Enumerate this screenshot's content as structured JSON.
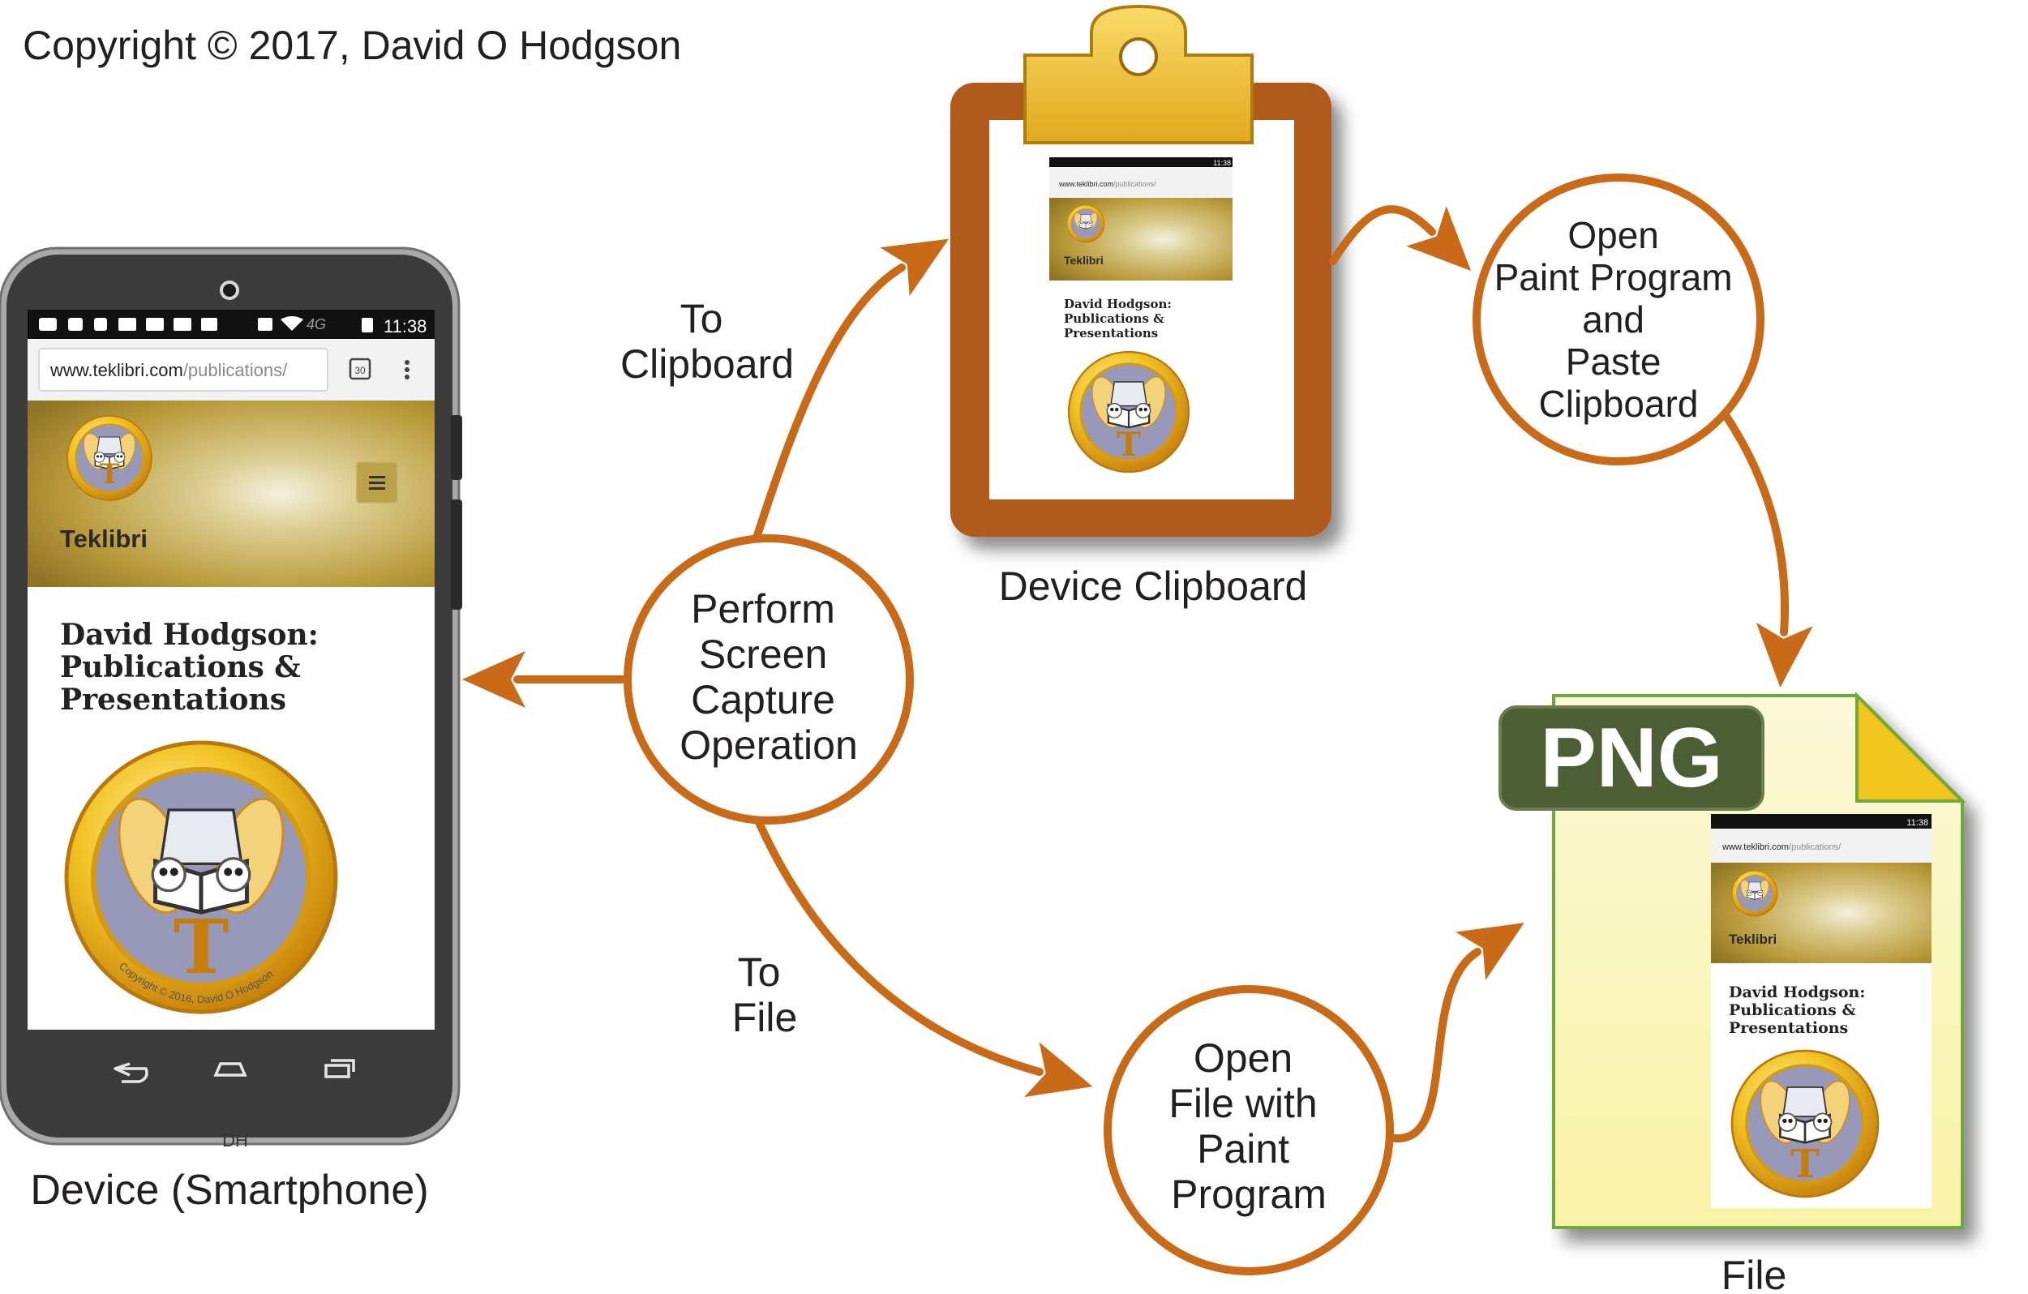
{
  "copyright": "Copyright © 2017, David O Hodgson",
  "phone": {
    "label": "Device (Smartphone)",
    "status_time": "11:38",
    "status_network": "4G",
    "url_host": "www.teklibri.com",
    "url_path": "/publications/",
    "tab_count": "30",
    "site_name": "Teklibri",
    "page_heading": [
      "David Hodgson:",
      "Publications &",
      "Presentations"
    ],
    "logo_letter": "T",
    "logo_caption": "Copyright © 2016, David O Hodgson",
    "bezel_mark": "DH"
  },
  "clipboard": {
    "label": "Device Clipboard"
  },
  "file": {
    "label": "File",
    "badge": "PNG"
  },
  "nodes": {
    "capture": [
      "Perform",
      "Screen",
      "Capture",
      "Operation"
    ],
    "paint_paste": [
      "Open",
      "Paint Program",
      "and",
      "Paste",
      "Clipboard"
    ],
    "paint_open": [
      "Open",
      "File with",
      "Paint",
      "Program"
    ]
  },
  "edges": {
    "to_clipboard": [
      "To",
      "Clipboard"
    ],
    "to_file": [
      "To",
      "File"
    ]
  },
  "colors": {
    "flow": "#c96a18",
    "clipboard_board": "#b05a1a",
    "clip": "#f2c232",
    "png_badge": "#4c5e33",
    "file_paper": "#fbf7c8",
    "file_border": "#72a83a",
    "phone_body": "#3a3a3a",
    "sky": "#c9b04e",
    "logo_ring": "#e8b20f"
  }
}
